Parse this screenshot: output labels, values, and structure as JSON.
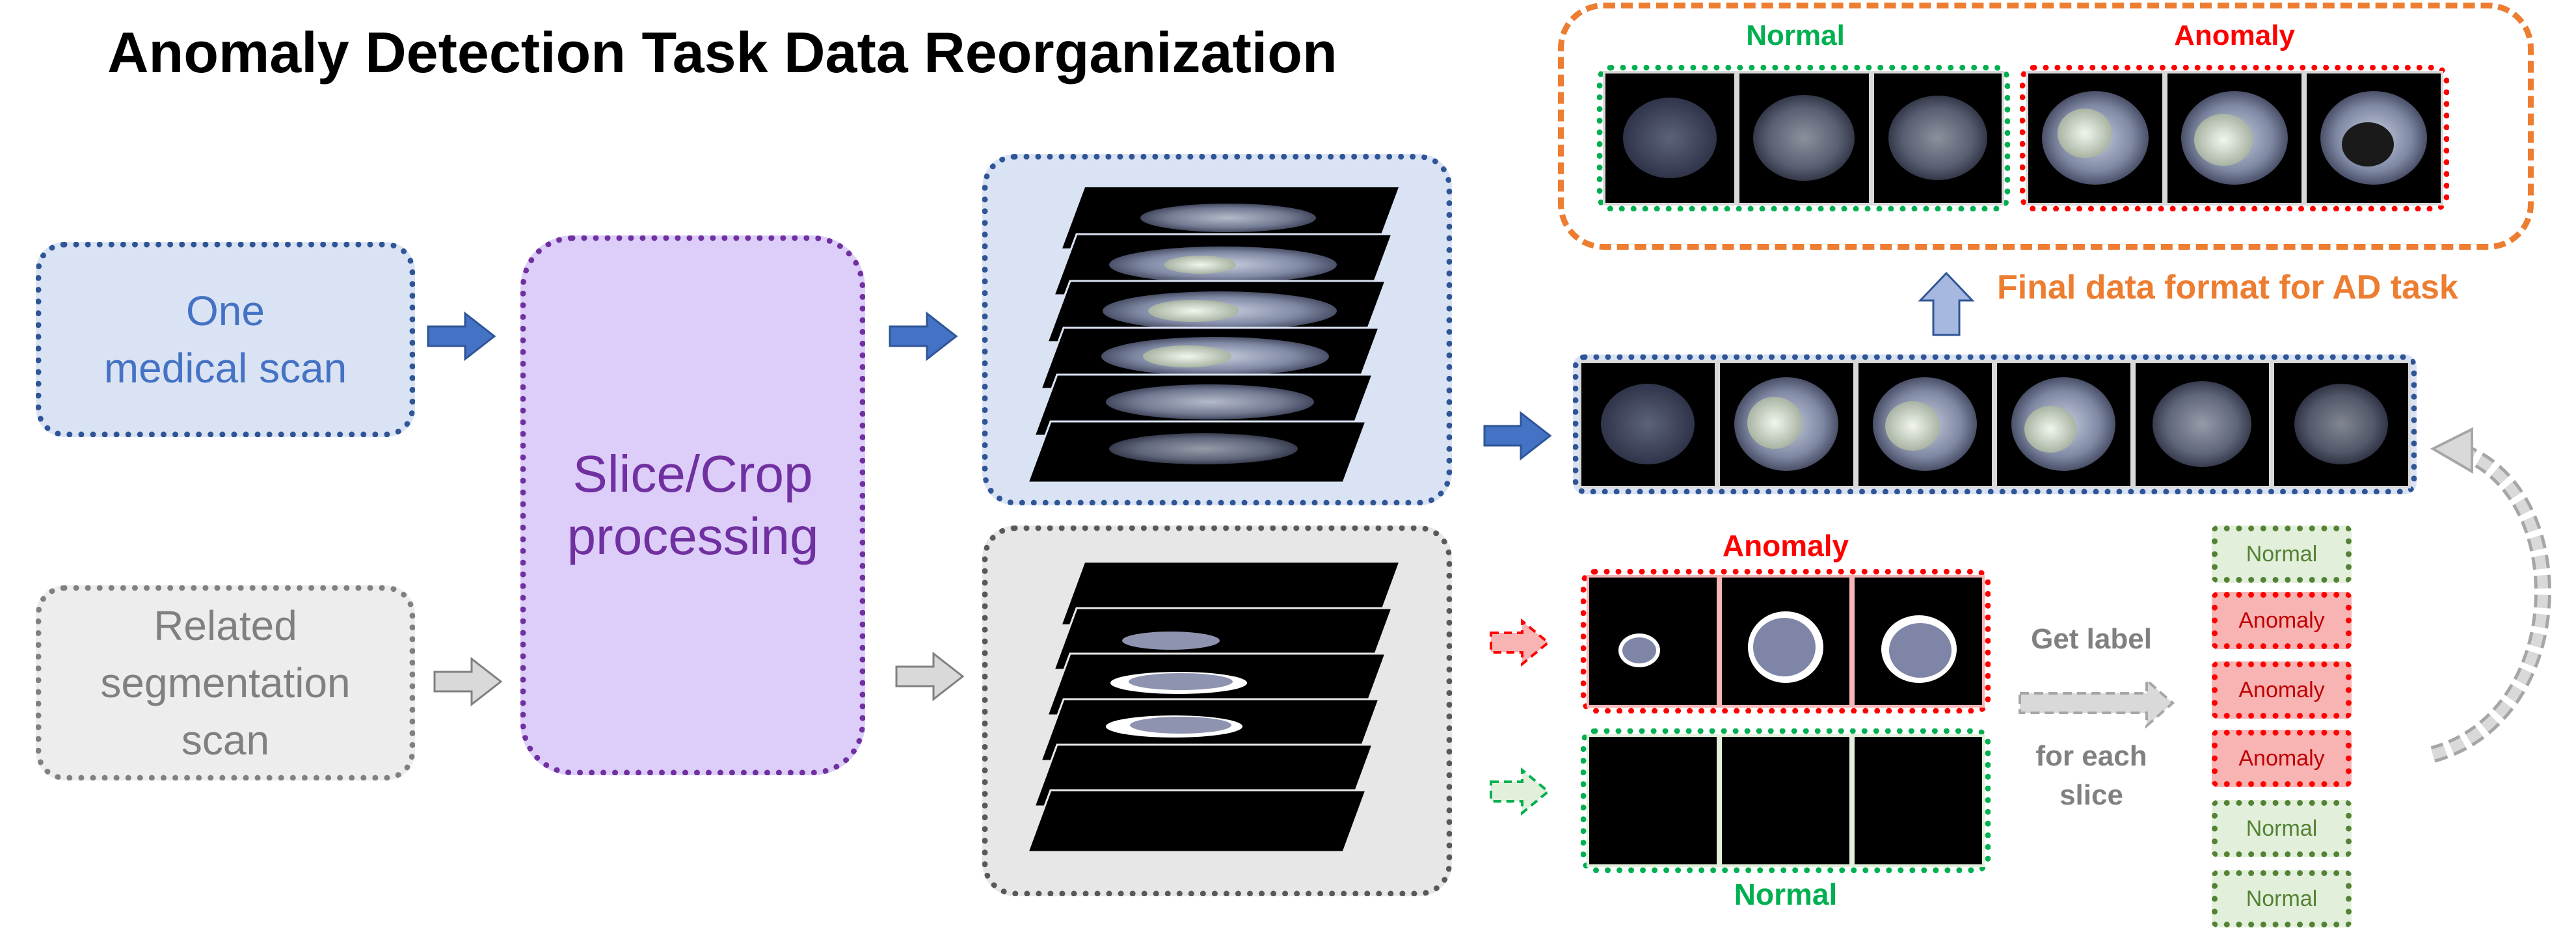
{
  "title": "Anomaly Detection Task Data Reorganization",
  "inputs": {
    "medical_scan": "One\nmedical scan",
    "segmentation_scan": "Related\nsegmentation\nscan"
  },
  "processing": "Slice/Crop\nprocessing",
  "final_box": {
    "normal_label": "Normal",
    "anomaly_label": "Anomaly",
    "caption": "Final data format for AD task"
  },
  "seg_groups": {
    "anomaly_label": "Anomaly",
    "normal_label": "Normal"
  },
  "get_label": {
    "line1": "Get label",
    "line2": "for each\nslice"
  },
  "slice_labels": [
    "Normal",
    "Anomaly",
    "Anomaly",
    "Anomaly",
    "Normal",
    "Normal"
  ],
  "colors": {
    "blue": "#4472c4",
    "blue_fill": "#dae3f3",
    "purple": "#7030a0",
    "purple_fill": "#dccdf9",
    "gray": "#808080",
    "gray_fill": "#ededed",
    "green": "#00b050",
    "red": "#ff0000",
    "orange": "#ed7d31",
    "tag_green_border": "#548235",
    "tag_green_fill": "#e2efda",
    "tag_red_fill": "#f8b3b3"
  }
}
